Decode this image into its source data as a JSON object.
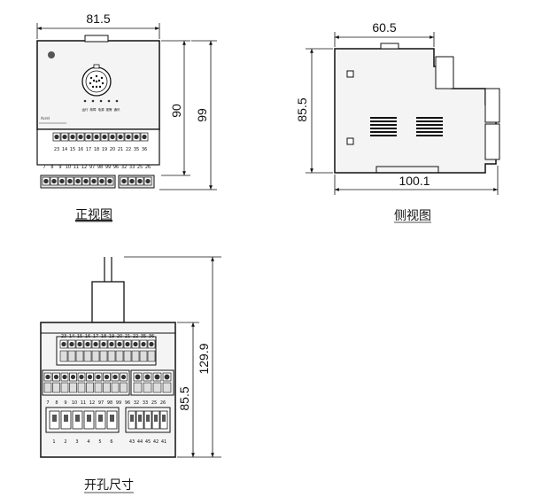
{
  "front_view": {
    "caption": "正视图",
    "dim_width": "81.5",
    "dim_height_body": "90",
    "dim_height_total": "99",
    "terminals_top": [
      "23",
      "14",
      "15",
      "16",
      "17",
      "18",
      "19",
      "20",
      "21",
      "22",
      "35",
      "36"
    ],
    "terminals_bottom": [
      "7",
      "8",
      "9",
      "10",
      "11",
      "12",
      "97",
      "98",
      "99",
      "96",
      "32",
      "33",
      "25",
      "26"
    ],
    "led_labels": [
      "运行",
      "故障",
      "电源",
      "报警",
      "通讯"
    ]
  },
  "side_view": {
    "caption": "侧视图",
    "dim_depth": "60.5",
    "dim_height": "85.5",
    "dim_total_depth": "100.1"
  },
  "cutout_view": {
    "caption": "开孔尺寸",
    "dim_height": "85.5",
    "dim_total_height": "129.9",
    "terminals_top": [
      "23",
      "14",
      "15",
      "16",
      "17",
      "18",
      "19",
      "20",
      "21",
      "22",
      "35",
      "36"
    ],
    "terminals_mid": [
      "7",
      "8",
      "9",
      "10",
      "11",
      "12",
      "97",
      "98",
      "99",
      "96",
      "32",
      "33",
      "25",
      "26"
    ],
    "terminals_bottom": [
      "1",
      "2",
      "3",
      "4",
      "5",
      "6",
      "43",
      "44",
      "45",
      "42",
      "41"
    ]
  },
  "colors": {
    "line": "#111111",
    "fill_light": "#f2f2f2",
    "fill_mid": "#d9d9d9",
    "fill_dark": "#555555"
  }
}
